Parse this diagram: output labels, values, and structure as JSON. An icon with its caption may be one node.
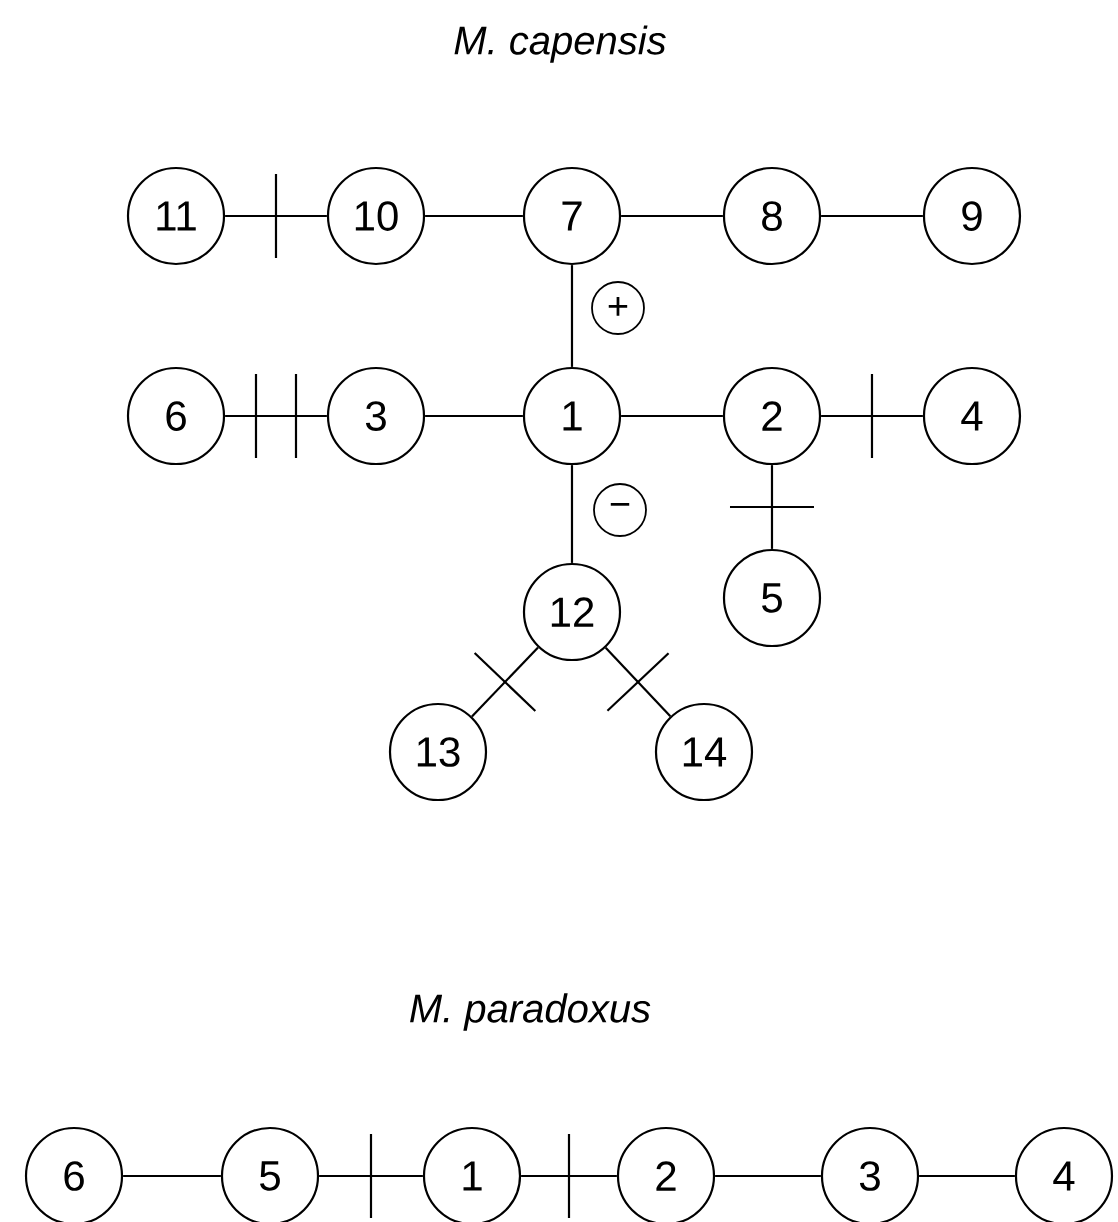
{
  "diagram": {
    "nodes": [
      {
        "text": [
          "11"
        ]
      },
      {
        "text": [
          "10"
        ]
      },
      {
        "text": [
          "7"
        ]
      },
      {
        "text": [
          "8"
        ]
      },
      {
        "text": [
          "9"
        ]
      },
      {
        "text": [
          "6"
        ]
      },
      {
        "text": [
          "3"
        ]
      },
      {
        "text": [
          "1"
        ]
      },
      {
        "text": [
          "2"
        ]
      },
      {
        "text": [
          "4"
        ]
      },
      {
        "text": [
          "5"
        ]
      },
      {
        "text": [
          "12"
        ]
      },
      {
        "text": [
          "13"
        ]
      },
      {
        "text": [
          "14"
        ]
      },
      {
        "text": [
          "6"
        ]
      },
      {
        "text": [
          "5"
        ]
      },
      {
        "text": [
          "1"
        ]
      },
      {
        "text": [
          "2"
        ]
      },
      {
        "text": [
          "3"
        ]
      },
      {
        "text": [
          "4"
        ]
      }
    ],
    "edges": [
      {
        "from": 0,
        "to": 1,
        "arrow": "none"
      },
      {
        "from": 1,
        "to": 2,
        "arrow": "none"
      },
      {
        "from": 2,
        "to": 3,
        "arrow": "none"
      },
      {
        "from": 3,
        "to": 4,
        "arrow": "none"
      },
      {
        "from": 2,
        "to": 7,
        "arrow": "none",
        "label": "+"
      },
      {
        "from": 5,
        "to": 6,
        "arrow": "none"
      },
      {
        "from": 6,
        "to": 7,
        "arrow": "none"
      },
      {
        "from": 7,
        "to": 8,
        "arrow": "none"
      },
      {
        "from": 8,
        "to": 9,
        "arrow": "none"
      },
      {
        "from": 8,
        "to": 10,
        "arrow": "none"
      },
      {
        "from": 7,
        "to": 11,
        "arrow": "none",
        "label": "−"
      },
      {
        "from": 11,
        "to": 12,
        "arrow": "none"
      },
      {
        "from": 11,
        "to": 13,
        "arrow": "none"
      },
      {
        "from": 14,
        "to": 15,
        "arrow": "none"
      },
      {
        "from": 15,
        "to": 16,
        "arrow": "none"
      },
      {
        "from": 16,
        "to": 17,
        "arrow": "none"
      },
      {
        "from": 17,
        "to": 18,
        "arrow": "none"
      },
      {
        "from": 18,
        "to": 19,
        "arrow": "none"
      }
    ],
    "labels": [
      "M. capensis",
      "M. paradoxus"
    ]
  }
}
